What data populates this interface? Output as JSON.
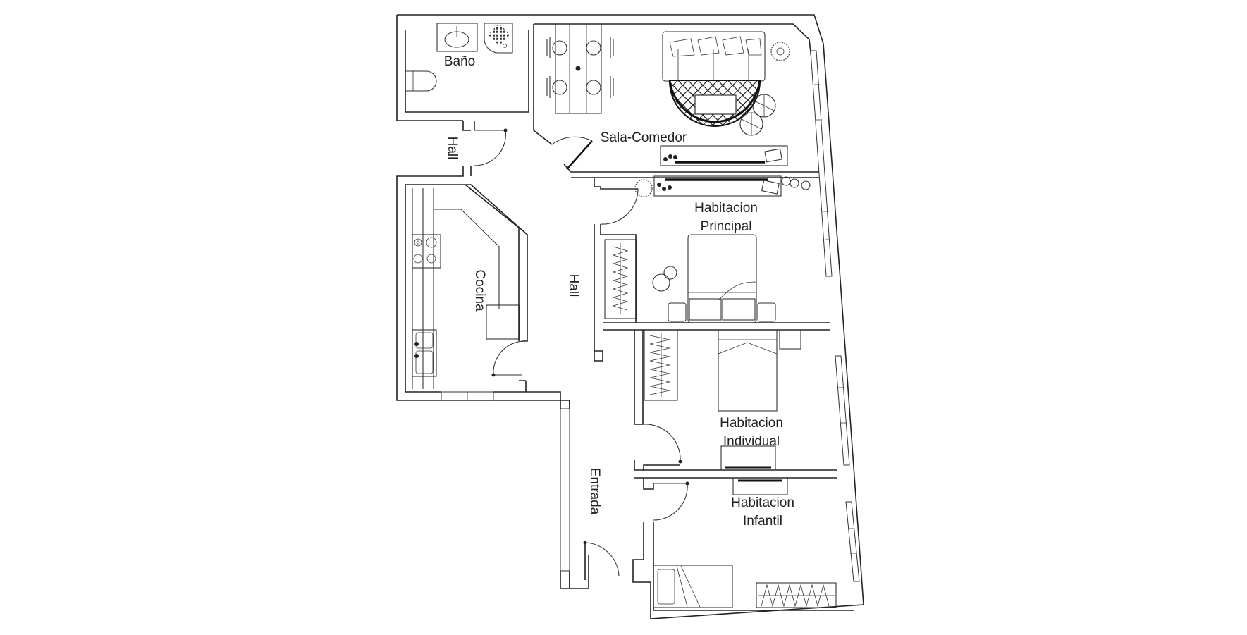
{
  "plan": {
    "rooms": [
      {
        "id": "bano",
        "label": "Baño"
      },
      {
        "id": "sala",
        "label": "Sala-Comedor"
      },
      {
        "id": "hall-top",
        "label": "Hall"
      },
      {
        "id": "cocina",
        "label": "Cocina"
      },
      {
        "id": "hall-mid",
        "label": "Hall"
      },
      {
        "id": "principal",
        "label": "Habitacion",
        "label2": "Principal"
      },
      {
        "id": "individual",
        "label": "Habitacion",
        "label2": "Individual"
      },
      {
        "id": "infantil",
        "label": "Habitacion",
        "label2": "Infantil"
      },
      {
        "id": "entrada",
        "label": "Entrada"
      }
    ],
    "furniture_icons": [
      "sink-icon",
      "shower-icon",
      "toilet-icon",
      "dining-table-icon",
      "chair-icon",
      "sofa-icon",
      "rug-icon",
      "coffee-table-icon",
      "plant-icon",
      "tv-unit-icon",
      "stove-icon",
      "kitchen-sink-icon",
      "wardrobe-icon",
      "double-bed-icon",
      "single-bed-icon",
      "nightstand-icon",
      "desk-icon"
    ],
    "colors": {
      "line": "#222222",
      "background": "#ffffff"
    }
  }
}
